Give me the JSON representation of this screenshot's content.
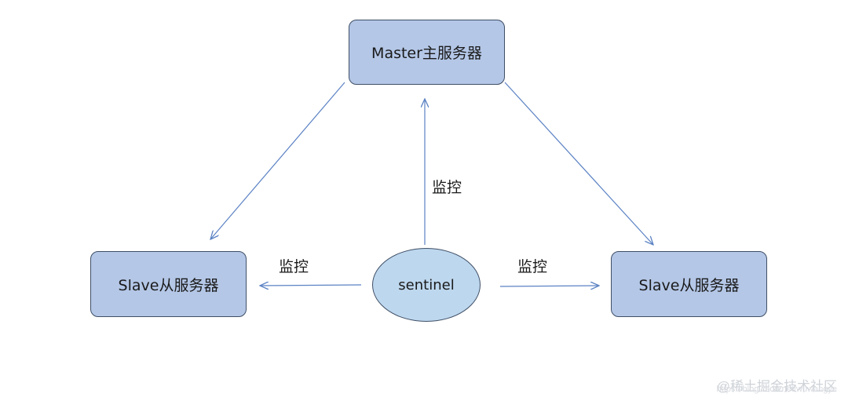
{
  "nodes": {
    "master": "Master主服务器",
    "slave_left": "Slave从服务器",
    "slave_right": "Slave从服务器",
    "sentinel": "sentinel"
  },
  "edge_labels": {
    "up": "监控",
    "left": "监控",
    "right": "监控"
  },
  "watermark": {
    "brand": "@稀土掘金技术社区",
    "url": "https://blog.csdn.net/wuwangye"
  },
  "colors": {
    "box_fill": "#b4c7e7",
    "ellipse_fill": "#bdd7ee",
    "arrow": "#5b82c4"
  }
}
